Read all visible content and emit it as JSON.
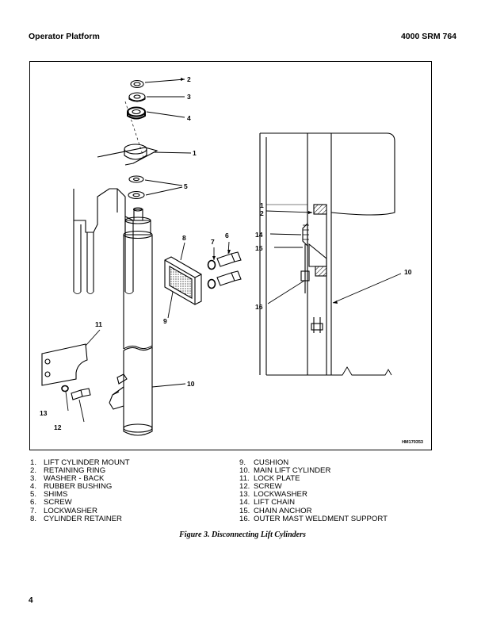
{
  "header": {
    "section": "Operator Platform",
    "manual": "4000 SRM 764"
  },
  "figure": {
    "id_code": "HM170353",
    "callouts": [
      "1",
      "2",
      "3",
      "4",
      "5",
      "6",
      "7",
      "8",
      "9",
      "10",
      "11",
      "12",
      "13",
      "14",
      "15",
      "16"
    ],
    "caption": "Figure 3.  Disconnecting Lift Cylinders"
  },
  "legend": {
    "left": [
      {
        "num": "1.",
        "label": "LIFT CYLINDER MOUNT"
      },
      {
        "num": "2.",
        "label": "RETAINING RING"
      },
      {
        "num": "3.",
        "label": "WASHER - BACK"
      },
      {
        "num": "4.",
        "label": "RUBBER BUSHING"
      },
      {
        "num": "5.",
        "label": "SHIMS"
      },
      {
        "num": "6.",
        "label": "SCREW"
      },
      {
        "num": "7.",
        "label": "LOCKWASHER"
      },
      {
        "num": "8.",
        "label": "CYLINDER RETAINER"
      }
    ],
    "right": [
      {
        "num": "9.",
        "label": "CUSHION"
      },
      {
        "num": "10.",
        "label": "MAIN LIFT CYLINDER"
      },
      {
        "num": "11.",
        "label": "LOCK PLATE"
      },
      {
        "num": "12.",
        "label": "SCREW"
      },
      {
        "num": "13.",
        "label": "LOCKWASHER"
      },
      {
        "num": "14.",
        "label": "LIFT CHAIN"
      },
      {
        "num": "15.",
        "label": "CHAIN ANCHOR"
      },
      {
        "num": "16.",
        "label": "OUTER MAST WELDMENT SUPPORT"
      }
    ]
  },
  "page_number": "4"
}
